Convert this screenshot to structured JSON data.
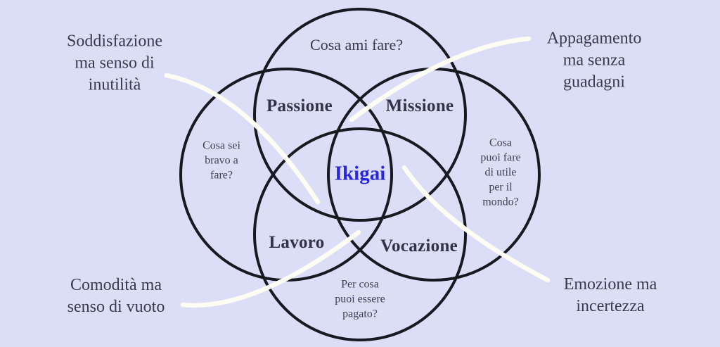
{
  "title": "Ikigai venn diagram (Italian)",
  "colors": {
    "background": "#dcdef7",
    "circle_stroke": "#191922",
    "text": "#3a3a4e",
    "ikigai_blue": "#2727dd",
    "swoosh_white": "#fdfdf4"
  },
  "center_label": "Ikigai",
  "circles": {
    "top": {
      "question": "Cosa ami fare?"
    },
    "left": {
      "question": "Cosa sei\nbravo a\nfare?"
    },
    "right": {
      "question": "Cosa\npuoi fare\ndi utile\nper il\nmondo?"
    },
    "bottom": {
      "question": "Per cosa\npuoi essere\npagato?"
    }
  },
  "intersections": {
    "passione": "Passione",
    "missione": "Missione",
    "lavoro": "Lavoro",
    "vocazione": "Vocazione"
  },
  "annotations": {
    "top_left": "Soddisfazione\nma senso di\ninutilità",
    "top_right": "Appagamento\nma senza\nguadagni",
    "bottom_left": "Comodità ma\nsenso di vuoto",
    "bottom_right": "Emozione ma\nincertezza"
  }
}
